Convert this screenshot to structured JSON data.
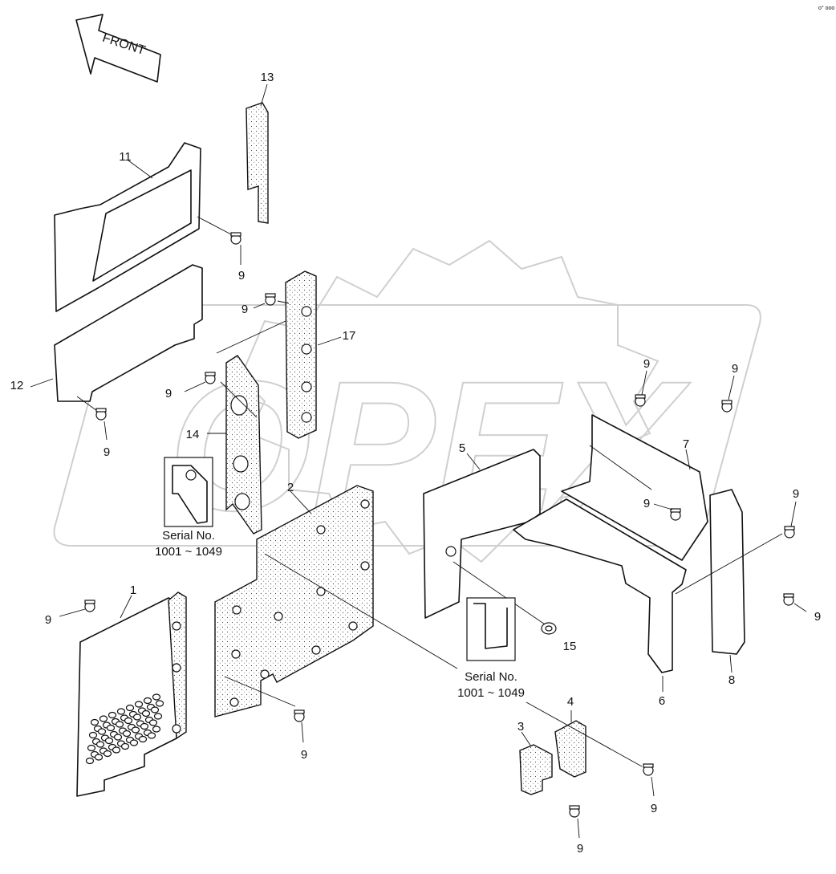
{
  "direction_arrow": {
    "label": "FRONT"
  },
  "corner_mark": "o° ooo",
  "watermark": {
    "text": "OPEX"
  },
  "callouts": {
    "p1": "1",
    "p2": "2",
    "p3": "3",
    "p4": "4",
    "p5": "5",
    "p6": "6",
    "p7": "7",
    "p8": "8",
    "p9": "9",
    "p11": "11",
    "p12": "12",
    "p13": "13",
    "p14": "14",
    "p15": "15",
    "p17": "17"
  },
  "serial_notes": [
    {
      "title": "Serial No.",
      "range": "1001 ~ 1049"
    },
    {
      "title": "Serial No.",
      "range": "1001 ~ 1049"
    }
  ]
}
